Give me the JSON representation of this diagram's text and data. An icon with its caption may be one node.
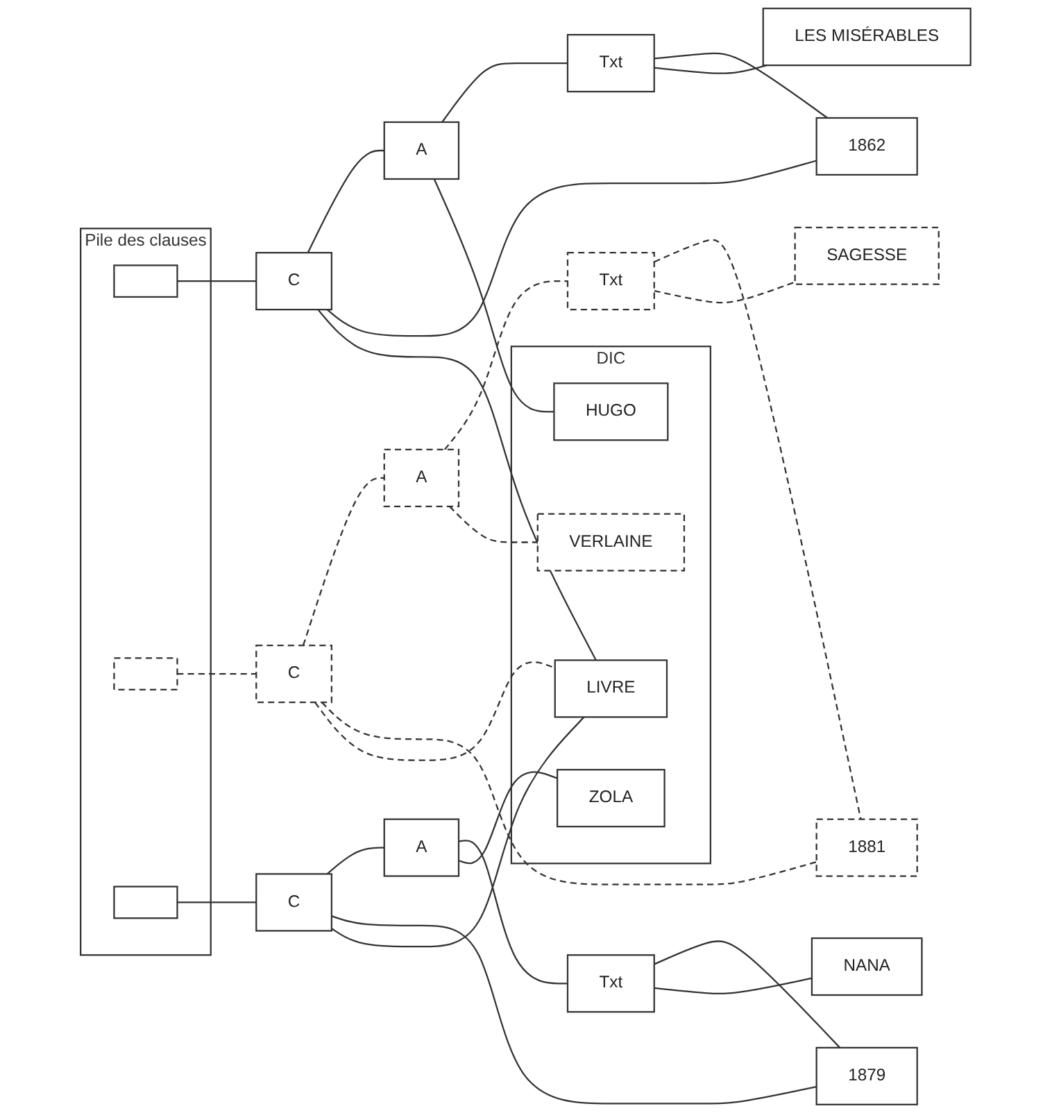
{
  "diagram": {
    "nodes": [
      {
        "text": [
          "Pile des clauses"
        ]
      },
      {
        "text": [],
        "shape": "box",
        "in": 0
      },
      {
        "text": [],
        "shape": "box",
        "in": 0
      },
      {
        "text": [],
        "shape": "box",
        "in": 0
      },
      {
        "text": [
          "C"
        ]
      },
      {
        "text": [
          "A"
        ]
      },
      {
        "text": [
          "Txt"
        ]
      },
      {
        "text": [
          "1862"
        ]
      },
      {
        "text": [
          "C"
        ]
      },
      {
        "text": [
          "A"
        ]
      },
      {
        "text": [
          "Txt"
        ]
      },
      {
        "text": [
          "1881"
        ]
      },
      {
        "text": [
          "C"
        ]
      },
      {
        "text": [
          "A"
        ]
      },
      {
        "text": [
          "Txt"
        ]
      },
      {
        "text": [
          "1879"
        ]
      },
      {
        "text": [
          "DIC"
        ]
      },
      {
        "text": [
          "LIVRE"
        ],
        "in": 16
      },
      {
        "text": [
          "HUGO"
        ],
        "in": 16
      },
      {
        "text": [
          "VERLAINE"
        ],
        "in": 16
      },
      {
        "text": [
          "ZOLA"
        ],
        "in": 16
      },
      {
        "text": [
          "LES MISÉRABLES"
        ]
      },
      {
        "text": [
          "SAGESSE"
        ]
      },
      {
        "text": [
          "NANA"
        ]
      }
    ],
    "edges": [
      {
        "from": 1,
        "to": 4,
        "arrow": "none"
      },
      {
        "from": 2,
        "to": 8,
        "arrow": "none",
        "style": "dashed"
      },
      {
        "from": 3,
        "to": 12,
        "arrow": "none"
      },
      {
        "from": 4,
        "to": 5,
        "arrow": "none"
      },
      {
        "from": 4,
        "to": 7,
        "arrow": "none"
      },
      {
        "from": 5,
        "to": 6,
        "arrow": "none"
      },
      {
        "from": 6,
        "to": 7,
        "arrow": "none"
      },
      {
        "from": 4,
        "to": 17,
        "arrow": "none"
      },
      {
        "from": 5,
        "to": 18,
        "arrow": "none"
      },
      {
        "from": 6,
        "to": 21,
        "arrow": "none"
      },
      {
        "from": 8,
        "to": 9,
        "arrow": "none",
        "style": "dashed"
      },
      {
        "from": 8,
        "to": 11,
        "arrow": "none",
        "style": "dashed"
      },
      {
        "from": 9,
        "to": 10,
        "arrow": "none",
        "style": "dashed"
      },
      {
        "from": 10,
        "to": 11,
        "arrow": "none",
        "style": "dashed"
      },
      {
        "from": 8,
        "to": 17,
        "arrow": "none",
        "style": "dashed"
      },
      {
        "from": 9,
        "to": 19,
        "arrow": "none",
        "style": "dashed"
      },
      {
        "from": 10,
        "to": 22,
        "arrow": "none",
        "style": "dashed"
      },
      {
        "from": 12,
        "to": 13,
        "arrow": "none"
      },
      {
        "from": 12,
        "to": 15,
        "arrow": "none"
      },
      {
        "from": 13,
        "to": 14,
        "arrow": "none"
      },
      {
        "from": 14,
        "to": 15,
        "arrow": "none"
      },
      {
        "from": 12,
        "to": 17,
        "arrow": "none"
      },
      {
        "from": 13,
        "to": 20,
        "arrow": "none"
      },
      {
        "from": 14,
        "to": 23,
        "arrow": "none"
      }
    ]
  }
}
